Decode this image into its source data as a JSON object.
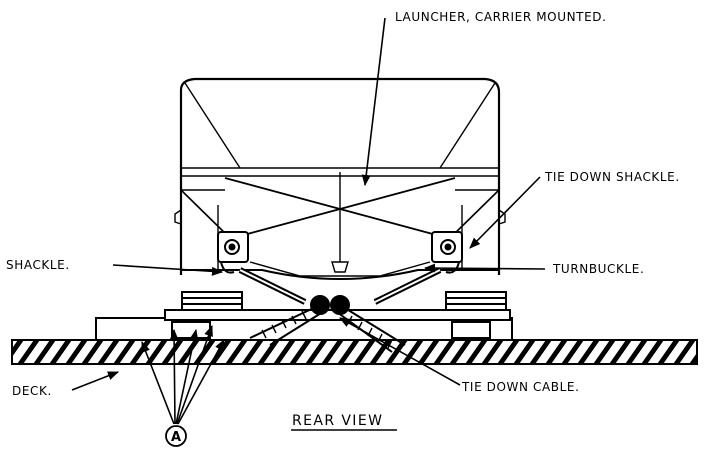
{
  "diagram": {
    "labels": {
      "launcher": "LAUNCHER, CARRIER MOUNTED.",
      "tie_down_shackle": "TIE DOWN SHACKLE.",
      "shackle": "SHACKLE.",
      "turnbuckle": "TURNBUCKLE.",
      "deck": "DECK.",
      "tie_down_cable": "TIE DOWN CABLE."
    },
    "callout_letter": "A",
    "view_title": "REAR VIEW"
  },
  "colors": {
    "ink": "#000000",
    "paper": "#ffffff"
  }
}
